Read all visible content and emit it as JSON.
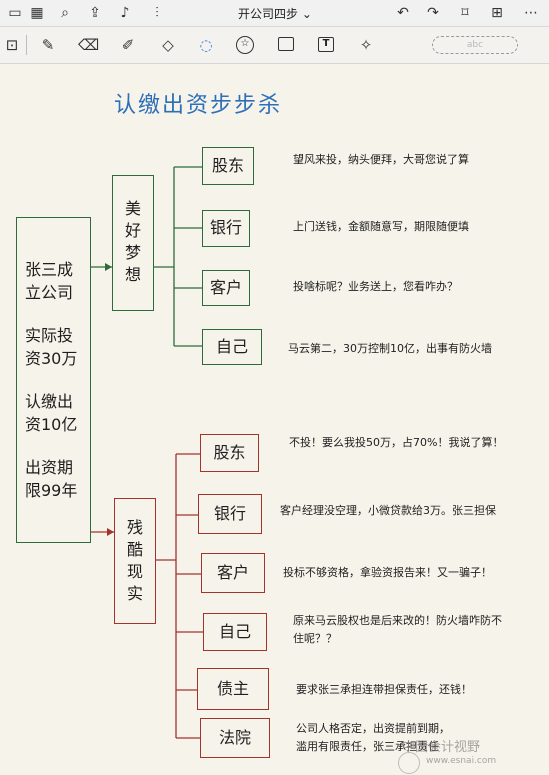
{
  "topbar": {
    "title": "开公司四步",
    "title_chevron": "⌄"
  },
  "icons": {
    "sidebar": "▭",
    "grid": "▦",
    "search": "⌕",
    "share": "⇪",
    "mic": "♪",
    "waveform": "⫶",
    "undo": "↶",
    "redo": "↷",
    "bookmark": "⌑",
    "add_page": "⊞",
    "more": "⋯",
    "tool_zoom": "⊡",
    "tool_pen": "✎",
    "tool_eraser": "⌫",
    "tool_highlighter": "✐",
    "tool_shapes": "◇",
    "tool_lasso": "◌",
    "tool_sticker": "☆",
    "tool_image": "▨",
    "tool_text": "T",
    "tool_laser": "✧"
  },
  "toolbar": {
    "handwriting_placeholder": "abc"
  },
  "mindmap": {
    "title": "认缴出资步步杀",
    "root_lines": [
      [
        "张三成",
        "立公司"
      ],
      [
        "实际投",
        "资30万"
      ],
      [
        "认缴出",
        "资10亿"
      ],
      [
        "出资期",
        "限99年"
      ]
    ],
    "dream": {
      "label_chars": [
        "美",
        "好",
        "梦",
        "想"
      ],
      "items": [
        {
          "role": "股东",
          "text": "望风来投，纳头便拜，大哥您说了算"
        },
        {
          "role": "银行",
          "text": "上门送钱，金额随意写，期限随便填"
        },
        {
          "role": "客户",
          "text": "投啥标呢？业务送上，您看咋办？"
        },
        {
          "role": "自己",
          "text": "马云第二，30万控制10亿，出事有防火墙"
        }
      ]
    },
    "reality": {
      "label_chars": [
        "残",
        "酷",
        "现",
        "实"
      ],
      "items": [
        {
          "role": "股东",
          "text": "不投！要么我投50万，占70%！我说了算！"
        },
        {
          "role": "银行",
          "text": "客户经理没空理，小微贷款给3万。张三担保"
        },
        {
          "role": "客户",
          "text": "投标不够资格，拿验资报告来！又一骗子！"
        },
        {
          "role": "自己",
          "text": "原来马云股权也是后来改的！防火墙咋防不",
          "text2": "住呢？？"
        },
        {
          "role": "债主",
          "text": "要求张三承担连带担保责任，还钱！"
        },
        {
          "role": "法院",
          "text": "公司人格否定，出资提前到期，",
          "text2": "滥用有限责任，张三承担责任"
        }
      ]
    },
    "colors": {
      "title": "#2d6fb8",
      "dream_line": "#2f6b3a",
      "reality_line": "#a3342c",
      "background": "#f6f3ea"
    }
  },
  "watermark": {
    "name": "中国会计视野",
    "url": "www.esnai.com"
  }
}
